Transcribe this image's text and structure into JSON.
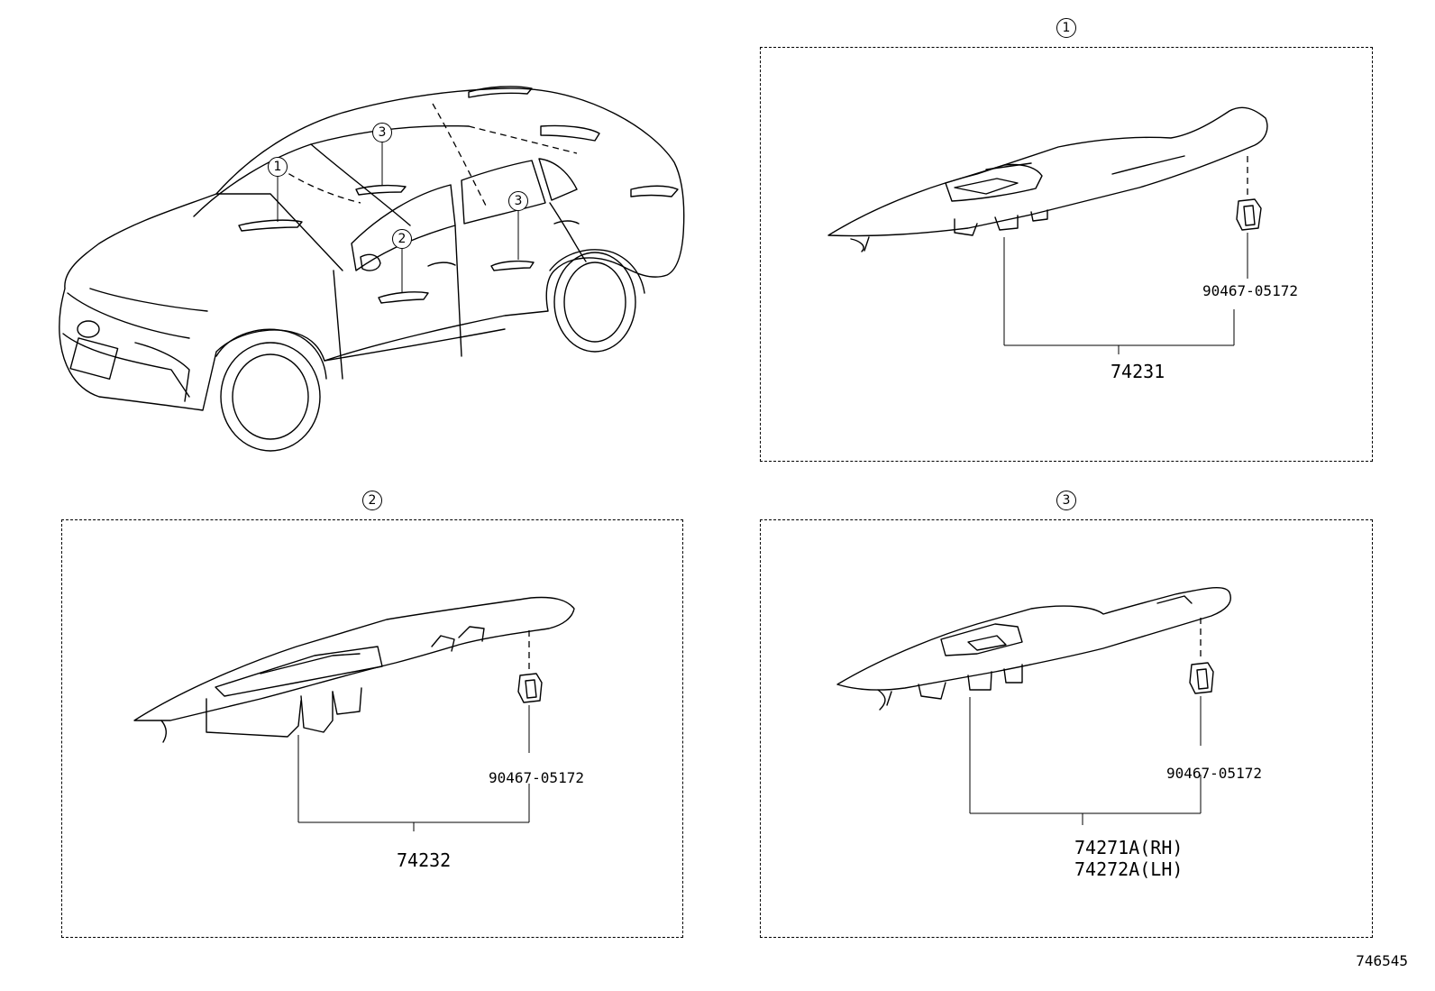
{
  "overview": {
    "callouts": [
      {
        "label": "1"
      },
      {
        "label": "3"
      },
      {
        "label": "2"
      },
      {
        "label": "3"
      }
    ]
  },
  "panels": [
    {
      "callout": "1",
      "part_number": "74231",
      "clip_part_number": "90467-05172"
    },
    {
      "callout": "2",
      "part_number": "74232",
      "clip_part_number": "90467-05172"
    },
    {
      "callout": "3",
      "part_number_rh": "74271A(RH)",
      "part_number_lh": "74272A(LH)",
      "clip_part_number": "90467-05172"
    }
  ],
  "diagram_id": "746545"
}
